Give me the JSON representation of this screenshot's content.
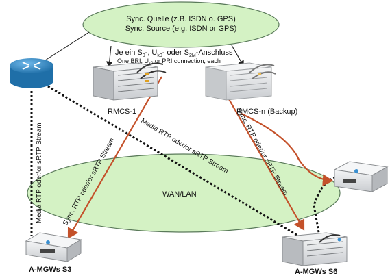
{
  "sync_source": {
    "line1": "Sync. Quelle  (z.B. ISDN o.  GPS)",
    "line2": "Sync. Source (e.g. ISDN or GPS)"
  },
  "connection_note": {
    "de_prefix": "Je ein S",
    "de_s_sub": "0",
    "de_mid1": "-, U",
    "de_u_sub": "k0",
    "de_mid2": "- oder S",
    "de_s2m_sub": "2M",
    "de_suffix": "-Anschluss",
    "en_prefix": "One BRI, U",
    "en_u_sub": "k0",
    "en_suffix": " or PRI  connection, each"
  },
  "nodes": {
    "rmcs1": "RMCS-1",
    "rmcsn": "RMCS-n (Backup)",
    "wan": "WAN/LAN",
    "mgw_s3": "A-MGWs S3",
    "mgw_s6": "A-MGWs S6"
  },
  "stream_labels": {
    "media_left": "Media RTP oder/or sRTP Stream",
    "sync_left": "Sync. RTP oder/or sRTP Stream",
    "media_diag": "Media RTP oder/or sRTP Stream",
    "sync_right": "Sync. RTP oder/or sRTP Stream"
  },
  "colors": {
    "ellipse_fill": "#d4f2c4",
    "ellipse_stroke": "#5a7a5a",
    "sync_line": "#c4512a",
    "router": "#2f87c8",
    "device_body": "#e4e6e8"
  }
}
